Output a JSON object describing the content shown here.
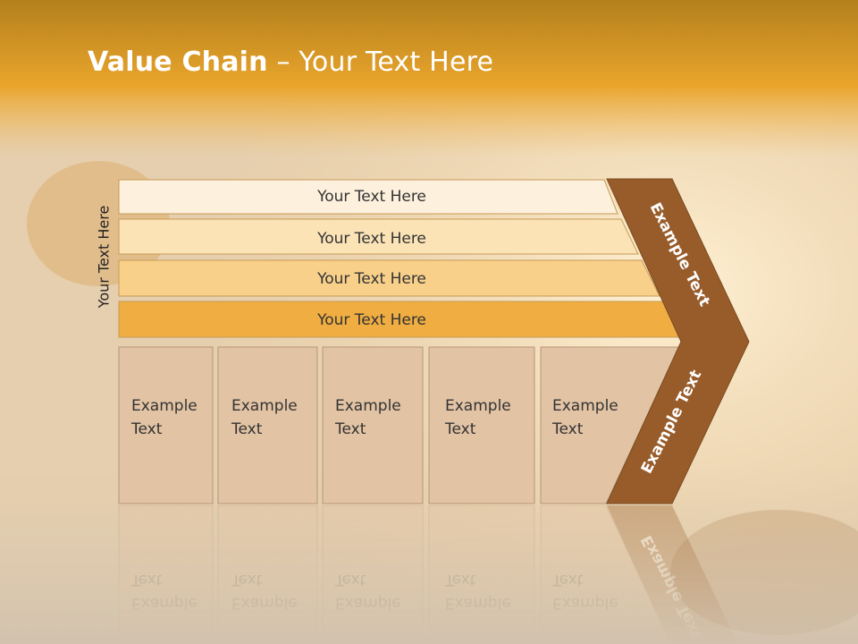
{
  "title": {
    "bold": "Value Chain",
    "rest": " – Your Text Here"
  },
  "side_label": "Your Text Here",
  "bars": [
    {
      "label": "Your Text Here"
    },
    {
      "label": "Your Text Here"
    },
    {
      "label": "Your Text Here"
    },
    {
      "label": "Your Text Here"
    }
  ],
  "boxes": [
    {
      "line1": "Example",
      "line2": "Text"
    },
    {
      "line1": "Example",
      "line2": "Text"
    },
    {
      "line1": "Example",
      "line2": "Text"
    },
    {
      "line1": "Example",
      "line2": "Text"
    },
    {
      "line1": "Example",
      "line2": "Text"
    }
  ],
  "arrow": {
    "upper_label": "Example Text",
    "lower_label": "Example Text"
  },
  "colors": {
    "header": "#e8a22a",
    "bar_fills": [
      "#fdf0dc",
      "#fbe3b6",
      "#f8d08a",
      "#efad42"
    ],
    "bar_border": "#c79a54",
    "box_fill": "#e2c3a4",
    "box_border": "#b79677",
    "arrow": "#985c2a"
  }
}
